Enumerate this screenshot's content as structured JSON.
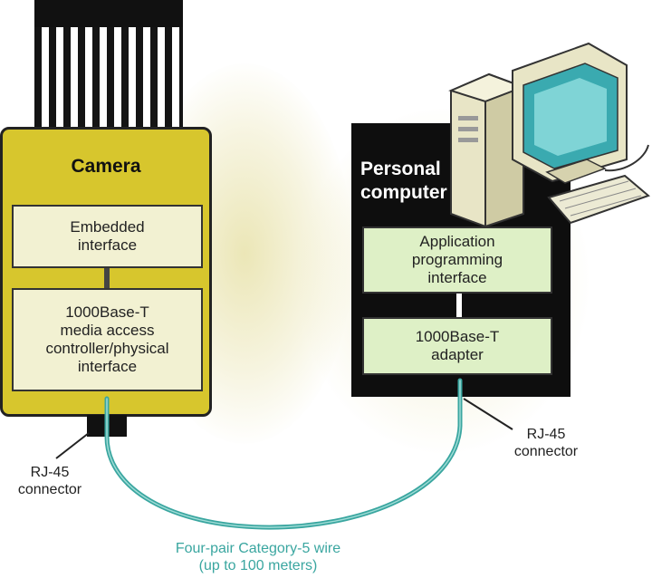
{
  "camera": {
    "title": "Camera",
    "embedded_box": "Embedded\ninterface",
    "mac_box": "1000Base-T\nmedia access\ncontroller/physical\ninterface",
    "connector_label": "RJ-45\nconnector"
  },
  "pc": {
    "title": "Personal\ncomputer",
    "api_box": "Application\nprogramming\ninterface",
    "adapter_box": "1000Base-T\nadapter",
    "connector_label": "RJ-45\nconnector"
  },
  "wire": {
    "label": "Four-pair Category-5 wire\n(up to 100 meters)"
  },
  "colors": {
    "camera_body": "#d7c62d",
    "camera_box": "#f2f1d2",
    "pc_body": "#0e0e0e",
    "pc_box": "#def0c6",
    "wire": "#3aa6a0"
  },
  "icons": [
    "camera-lens-icon",
    "desktop-computer-icon",
    "keyboard-icon"
  ]
}
